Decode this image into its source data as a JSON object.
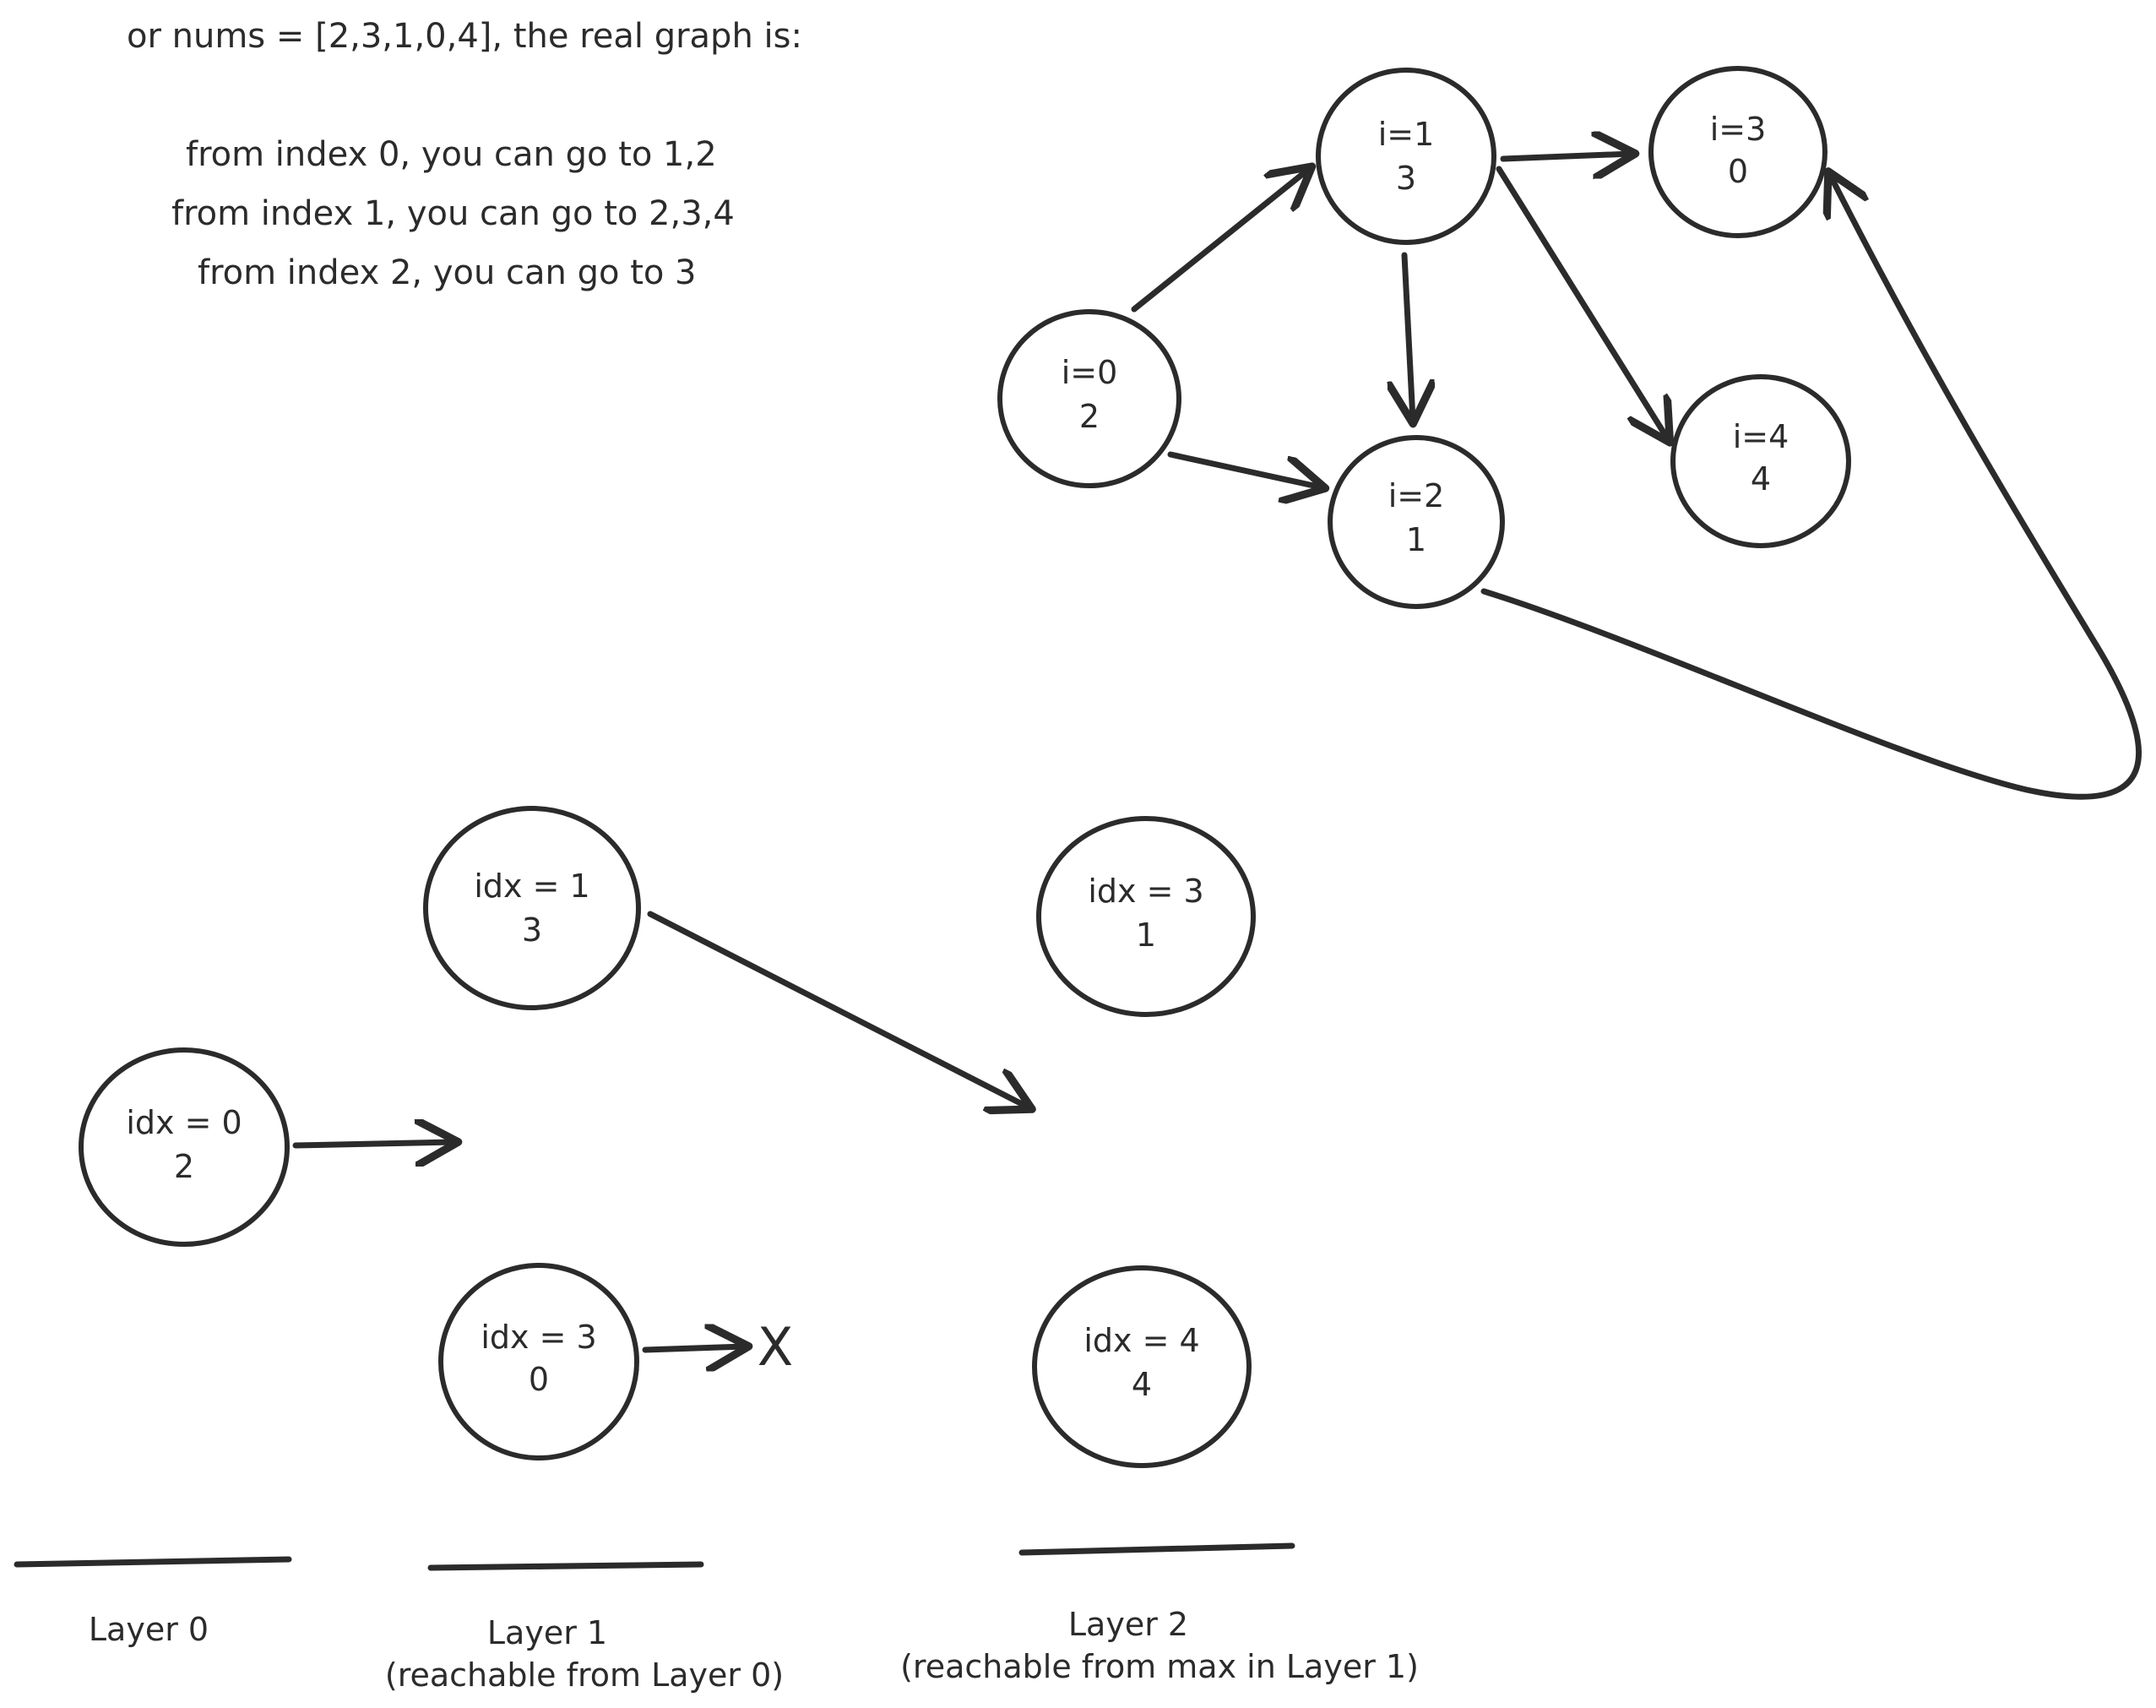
{
  "intro": {
    "lines": [
      "or nums = [2,3,1,0,4], the real graph is:",
      "from index 0, you can go to 1,2",
      "from index 1, you can go to 2,3,4",
      "from index 2, you can go to 3"
    ]
  },
  "graph": {
    "nodes": [
      {
        "id": "g0",
        "line1": "i=0",
        "line2": "2"
      },
      {
        "id": "g1",
        "line1": "i=1",
        "line2": "3"
      },
      {
        "id": "g2",
        "line1": "i=2",
        "line2": "1"
      },
      {
        "id": "g3",
        "line1": "i=3",
        "line2": "0"
      },
      {
        "id": "g4",
        "line1": "i=4",
        "line2": "4"
      }
    ],
    "edges": [
      {
        "from": "g0",
        "to": "g1"
      },
      {
        "from": "g0",
        "to": "g2"
      },
      {
        "from": "g1",
        "to": "g2"
      },
      {
        "from": "g1",
        "to": "g3"
      },
      {
        "from": "g1",
        "to": "g4"
      },
      {
        "from": "g2",
        "to": "g3"
      }
    ]
  },
  "layers_diagram": {
    "nodes": [
      {
        "id": "l0",
        "line1": "idx = 0",
        "line2": "2"
      },
      {
        "id": "l1a",
        "line1": "idx = 1",
        "line2": "3"
      },
      {
        "id": "l1b",
        "line1": "idx = 3",
        "line2": "0"
      },
      {
        "id": "l2a",
        "line1": "idx = 3",
        "line2": "1"
      },
      {
        "id": "l2b",
        "line1": "idx = 4",
        "line2": "4"
      }
    ],
    "dead_end_mark": "X",
    "layers": [
      {
        "line1": "Layer 0",
        "line2": ""
      },
      {
        "line1": "Layer 1",
        "line2": "(reachable from Layer 0)"
      },
      {
        "line1": "Layer 2",
        "line2": "(reachable from max in Layer 1)"
      }
    ]
  }
}
